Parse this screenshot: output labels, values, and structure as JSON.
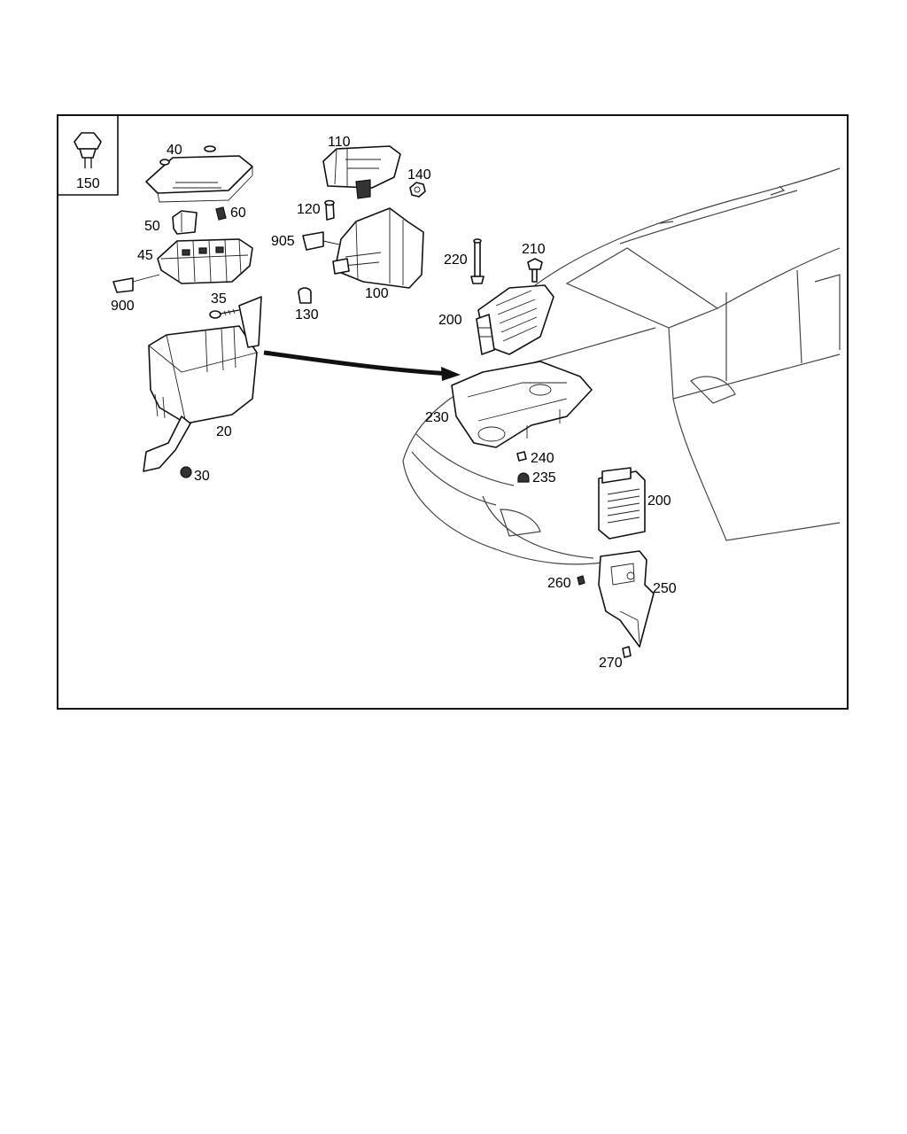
{
  "labels": {
    "p150": "150",
    "p40": "40",
    "p110": "110",
    "p140": "140",
    "p120": "120",
    "p60": "60",
    "p50": "50",
    "p905": "905",
    "p45": "45",
    "p900": "900",
    "p100": "100",
    "p220": "220",
    "p210": "210",
    "p35": "35",
    "p130": "130",
    "p200a": "200",
    "p230": "230",
    "p20": "20",
    "p240": "240",
    "p30": "30",
    "p235": "235",
    "p200b": "200",
    "p260": "260",
    "p250": "250",
    "p270": "270"
  }
}
